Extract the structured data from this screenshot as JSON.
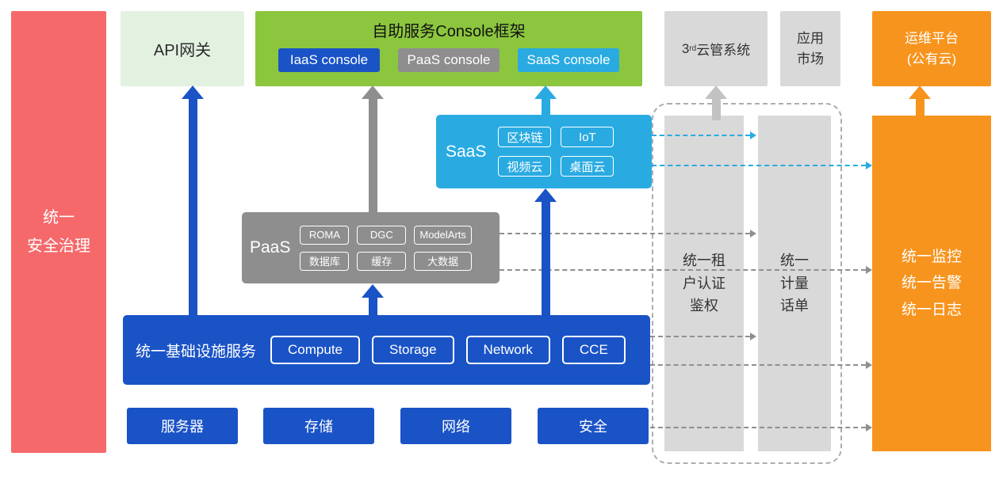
{
  "colors": {
    "red": "#F5696B",
    "light_green": "#E3F1E1",
    "green": "#8CC63F",
    "blue": "#1A53C6",
    "gray": "#8E8E8E",
    "light_gray": "#D9D9D9",
    "light_blue": "#29ABE2",
    "orange": "#F7941E",
    "dashed_border": "#ADADAD"
  },
  "security_bar": {
    "label": "统一\n安全治理"
  },
  "api_gateway": {
    "label": "API网关"
  },
  "console_frame": {
    "title": "自助服务Console框架",
    "consoles": [
      {
        "label": "IaaS console"
      },
      {
        "label": "PaaS console"
      },
      {
        "label": "SaaS console"
      }
    ]
  },
  "third_party": {
    "prefix": "3",
    "sup": "rd",
    "rest": "云管系统"
  },
  "app_market": {
    "label": "应用\n市场"
  },
  "ops_platform": {
    "label": "运维平台\n(公有云)"
  },
  "saas": {
    "label": "SaaS",
    "chips": [
      "区块链",
      "IoT",
      "视频云",
      "桌面云"
    ]
  },
  "paas": {
    "label": "PaaS",
    "chips": [
      "ROMA",
      "DGC",
      "ModelArts",
      "数据库",
      "缓存",
      "大数据"
    ]
  },
  "infra": {
    "label": "统一基础设施服务",
    "chips": [
      "Compute",
      "Storage",
      "Network",
      "CCE"
    ]
  },
  "foundation_row": [
    {
      "label": "服务器"
    },
    {
      "label": "存储"
    },
    {
      "label": "网络"
    },
    {
      "label": "安全"
    }
  ],
  "auth_bar": {
    "label": "统一租\n户认证\n鉴权"
  },
  "metering_bar": {
    "label": "统一\n计量\n话单"
  },
  "monitor_bar": {
    "label": "统一监控\n统一告警\n统一日志"
  }
}
